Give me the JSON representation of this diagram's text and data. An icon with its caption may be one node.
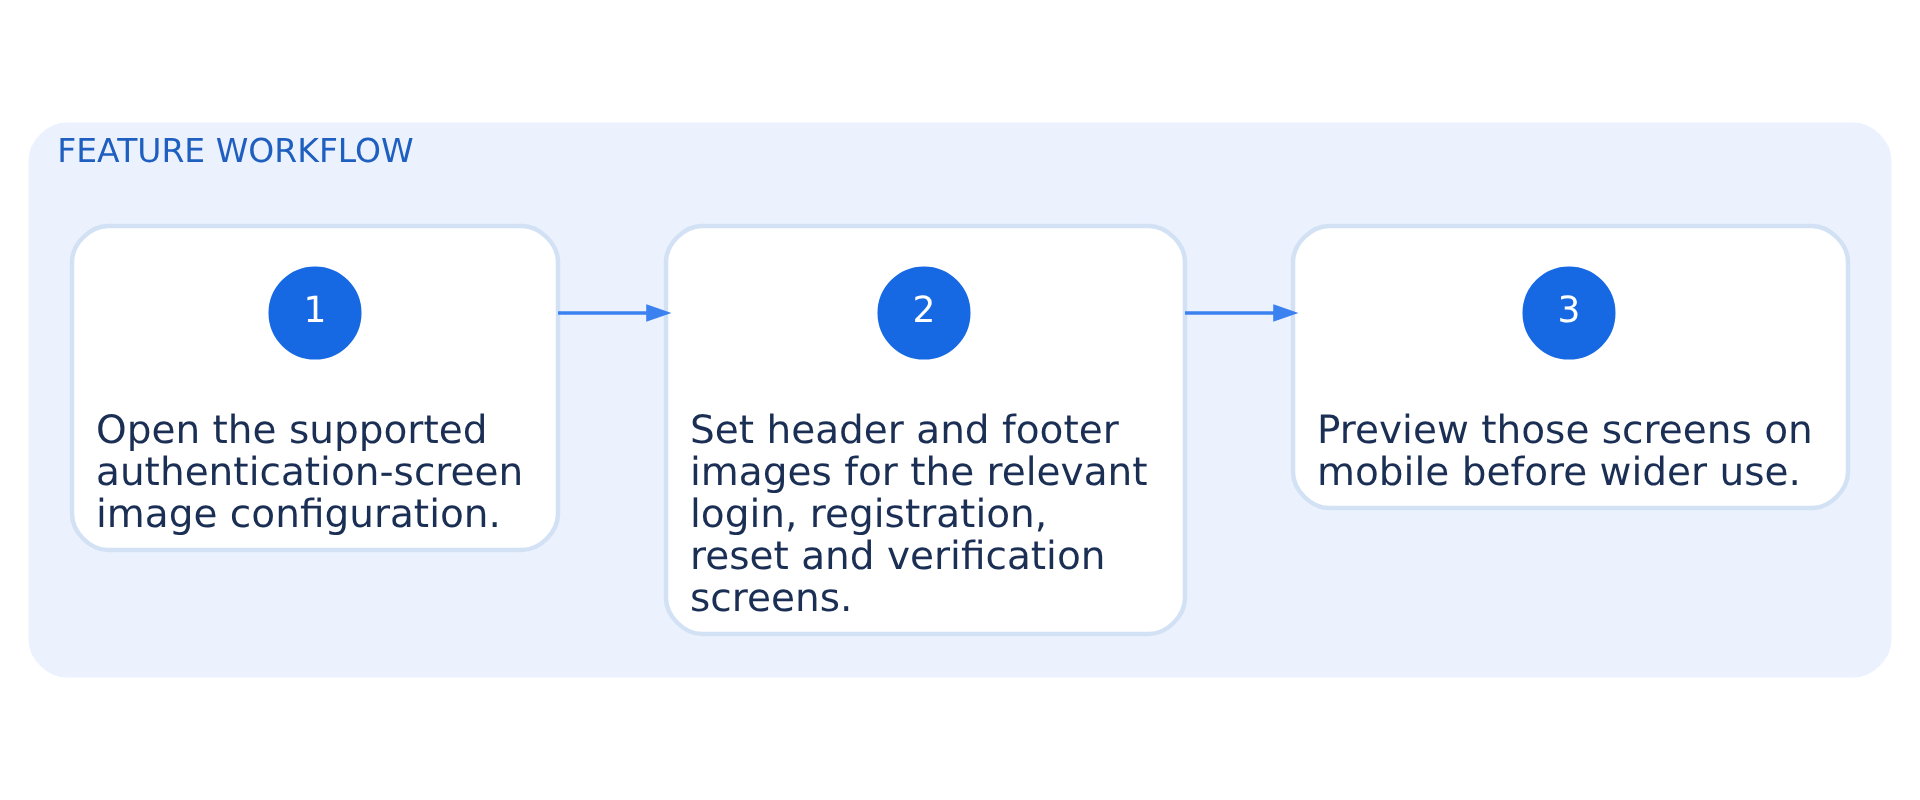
{
  "diagram": {
    "nodes": [
      {
        "text": [
          "FEATURE WORKFLOW"
        ]
      },
      {
        "text": [
          "Open the supported authentication-screen image configuration."
        ],
        "in": 0
      },
      {
        "text": [
          "1"
        ],
        "in": 1
      },
      {
        "text": [
          "Set header and footer images for the relevant login, registration, reset and verification screens."
        ],
        "in": 0
      },
      {
        "text": [
          "2"
        ],
        "in": 3
      },
      {
        "text": [
          "Preview those screens on mobile before wider use."
        ],
        "in": 0
      },
      {
        "text": [
          "3"
        ],
        "in": 5
      }
    ],
    "edges": [
      {
        "from": 1,
        "to": 3,
        "arrow": "to"
      },
      {
        "from": 3,
        "to": 5,
        "arrow": "to"
      }
    ]
  }
}
